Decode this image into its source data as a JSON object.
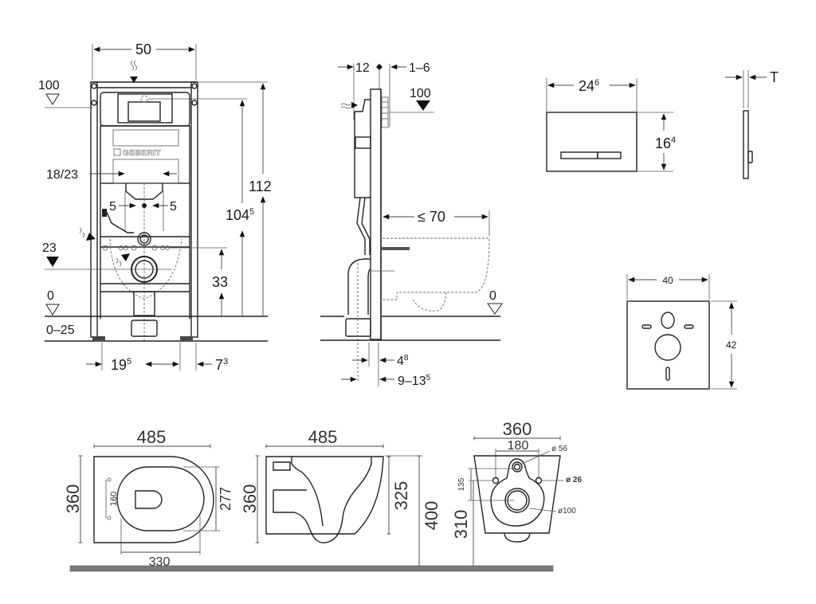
{
  "front_view": {
    "width_label": "50",
    "level_100": "100",
    "height_112": "112",
    "height_1045_base": "104",
    "height_1045_sup": "5",
    "width_1823": "18/23",
    "offset_left_5": "5",
    "offset_right_5": "5",
    "level_23": "23",
    "height_33": "33",
    "level_0": "0",
    "range_025": "0–25",
    "dim_195_base": "19",
    "dim_195_sup": "5",
    "dim_73_base": "7",
    "dim_73_sup": "3",
    "brand": "GEBERIT"
  },
  "side_view": {
    "depth_12": "12",
    "range_16": "1–6",
    "level_100": "100",
    "max_70": "≤ 70",
    "level_0": "0",
    "dim_48_base": "4",
    "dim_48_sup": "8",
    "range_9135_base": "9–13",
    "range_9135_sup": "5"
  },
  "flush_plate": {
    "width_base": "24",
    "width_sup": "6",
    "height_base": "16",
    "height_sup": "4",
    "thickness": "T"
  },
  "sound_pad": {
    "width": "40",
    "height": "42"
  },
  "bowl_top": {
    "length": "485",
    "width": "360",
    "inner_width": "277",
    "hole_spacing": "160",
    "inner_length": "330"
  },
  "bowl_side": {
    "length": "485",
    "height": "360",
    "rim_height": "325",
    "mount_height": "400"
  },
  "bowl_back": {
    "width": "360",
    "bolt_spacing": "180",
    "inlet_dia": "ø 56",
    "bolt_dia": "ø 26",
    "outlet_dia": "ø100",
    "vertical_135": "135",
    "height_310": "310"
  }
}
